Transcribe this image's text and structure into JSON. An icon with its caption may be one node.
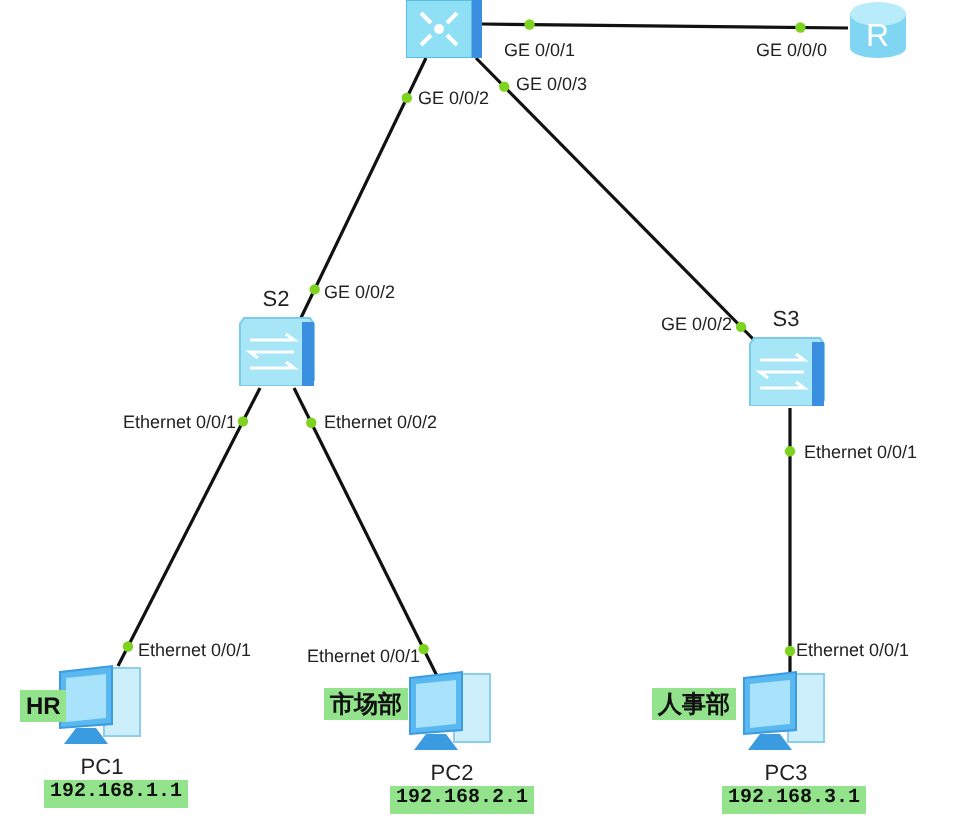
{
  "diagram": {
    "nodes": [
      {
        "text": [],
        "shape": "picture"
      },
      {
        "text": [
          "R"
        ]
      },
      {
        "text": [
          "S2"
        ]
      },
      {
        "text": [
          "S3"
        ]
      },
      {
        "text": [
          "PC1"
        ],
        "beside": [
          "HR",
          "192.168.1.1"
        ]
      },
      {
        "text": [
          "PC2"
        ],
        "beside": [
          "市场部",
          "192.168.2.1"
        ]
      },
      {
        "text": [
          "PC3"
        ],
        "beside": [
          "人事部",
          "192.168.3.1"
        ]
      }
    ],
    "edges": [
      {
        "from": 0,
        "to": 1,
        "arrow": "none"
      },
      {
        "from": 0,
        "to": 2,
        "arrow": "none"
      },
      {
        "from": 0,
        "to": 3,
        "arrow": "none"
      },
      {
        "from": 2,
        "to": 4,
        "arrow": "none"
      },
      {
        "from": 2,
        "to": 5,
        "arrow": "none"
      },
      {
        "from": 3,
        "to": 6,
        "arrow": "none"
      }
    ],
    "labels": [
      "GE 0/0/1",
      "GE 0/0/0",
      "GE 0/0/3",
      "GE 0/0/2",
      "GE 0/0/2",
      "GE 0/0/2",
      "Ethernet 0/0/1",
      "Ethernet 0/0/2",
      "Ethernet 0/0/1",
      "Ethernet 0/0/1",
      "Ethernet 0/0/1",
      "Ethernet 0/0/1"
    ]
  }
}
